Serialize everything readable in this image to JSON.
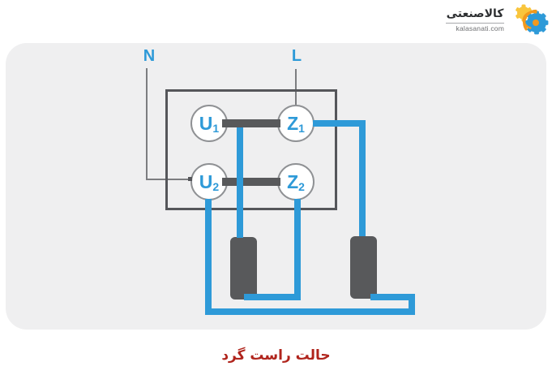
{
  "logo": {
    "brand": "کالاصنعتی",
    "domain": "kalasanati.com"
  },
  "diagram": {
    "neutral_label": "N",
    "line_label": "L",
    "terminals": [
      {
        "main": "U",
        "sub": "1"
      },
      {
        "main": "Z",
        "sub": "1"
      },
      {
        "main": "U",
        "sub": "2"
      },
      {
        "main": "Z",
        "sub": "2"
      }
    ]
  },
  "caption": "حالت راست گرد",
  "colors": {
    "blue": "#2E9AD8",
    "dark": "#58595B",
    "panel": "#EFEFF0",
    "red": "#B0241C",
    "line-gray": "#7C7D80",
    "circle-border": "#8F9194",
    "box-border": "#55565A",
    "logo-dark": "#2D2F31",
    "logo-gray": "#6D6E71",
    "orange": "#F2991D",
    "yellow": "#F9C53C"
  }
}
